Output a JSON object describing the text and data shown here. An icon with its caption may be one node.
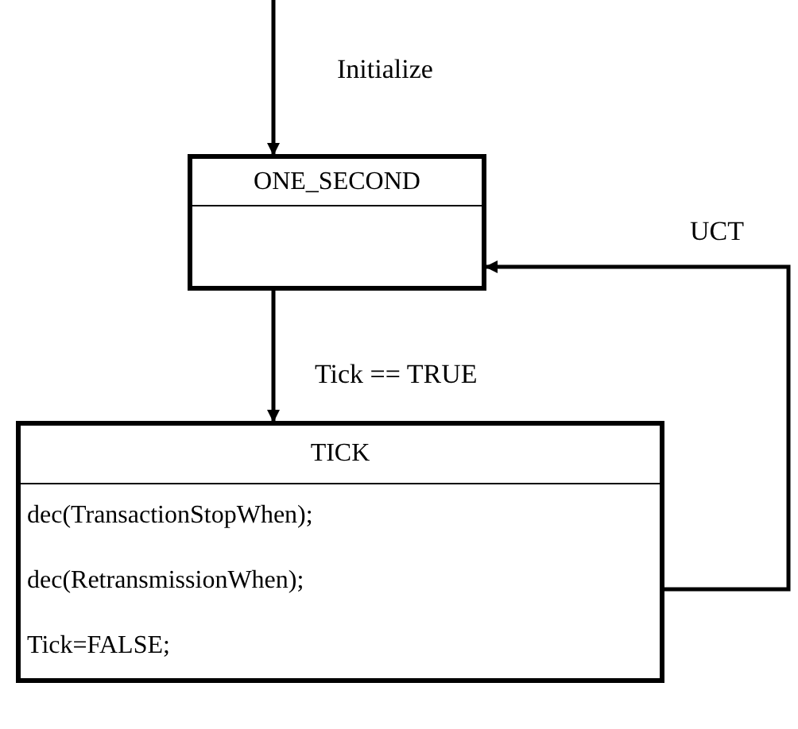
{
  "diagram": {
    "nodes": [
      {
        "text": [
          "ONE_SECOND"
        ]
      },
      {
        "text": [
          "TICK",
          "dec(TransactionStopWhen);",
          "dec(RetransmissionWhen);",
          "Tick=FALSE;"
        ]
      }
    ],
    "edges": [
      {
        "from": null,
        "to": 0,
        "arrow": "to",
        "label": "Initialize"
      },
      {
        "from": 0,
        "to": 1,
        "arrow": "to",
        "label": "Tick == TRUE"
      },
      {
        "from": 1,
        "to": 0,
        "arrow": "to",
        "label": "UCT"
      }
    ]
  }
}
